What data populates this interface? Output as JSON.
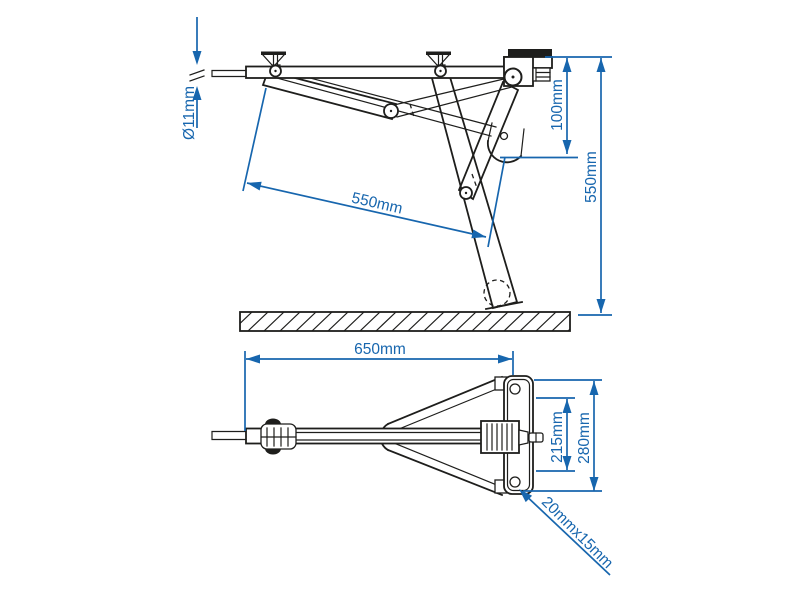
{
  "drawing": {
    "colors": {
      "background": "#ffffff",
      "lines": "#1e1e1c",
      "dimensions": "#1766ae"
    },
    "side_view": {
      "rod_diameter": "Ø11mm",
      "head_drop": "100mm",
      "brace_length": "550mm",
      "overall_height": "550mm"
    },
    "plan_view": {
      "overall_length": "650mm",
      "inner_width": "215mm",
      "outer_width": "280mm",
      "tube_profile": "20mmx15mm"
    }
  }
}
